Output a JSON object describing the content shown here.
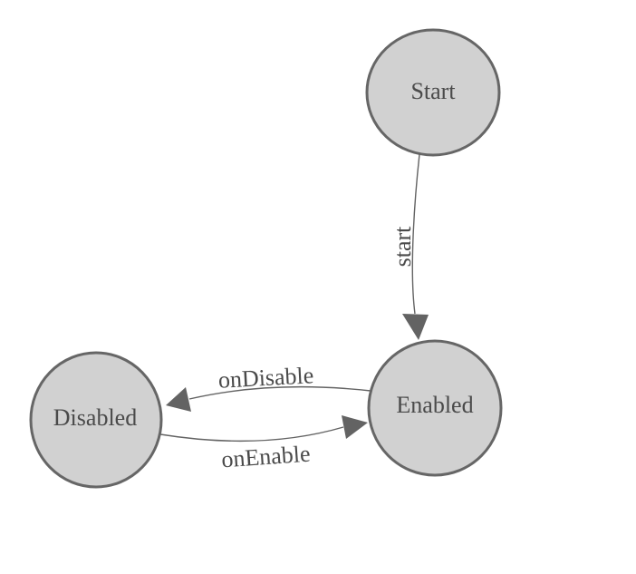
{
  "diagram": {
    "type": "state-machine-diagram",
    "colors": {
      "background": "#ffffff",
      "node_fill": "#d1d1d1",
      "node_stroke": "#666666",
      "edge_stroke": "#636363",
      "text": "#4a4a4a"
    },
    "nodes": [
      {
        "id": "start",
        "label": "Start"
      },
      {
        "id": "enabled",
        "label": "Enabled"
      },
      {
        "id": "disabled",
        "label": "Disabled"
      }
    ],
    "edges": [
      {
        "from": "Start",
        "to": "Enabled",
        "label": "start"
      },
      {
        "from": "Enabled",
        "to": "Disabled",
        "label": "onDisable"
      },
      {
        "from": "Disabled",
        "to": "Enabled",
        "label": "onEnable"
      }
    ]
  }
}
